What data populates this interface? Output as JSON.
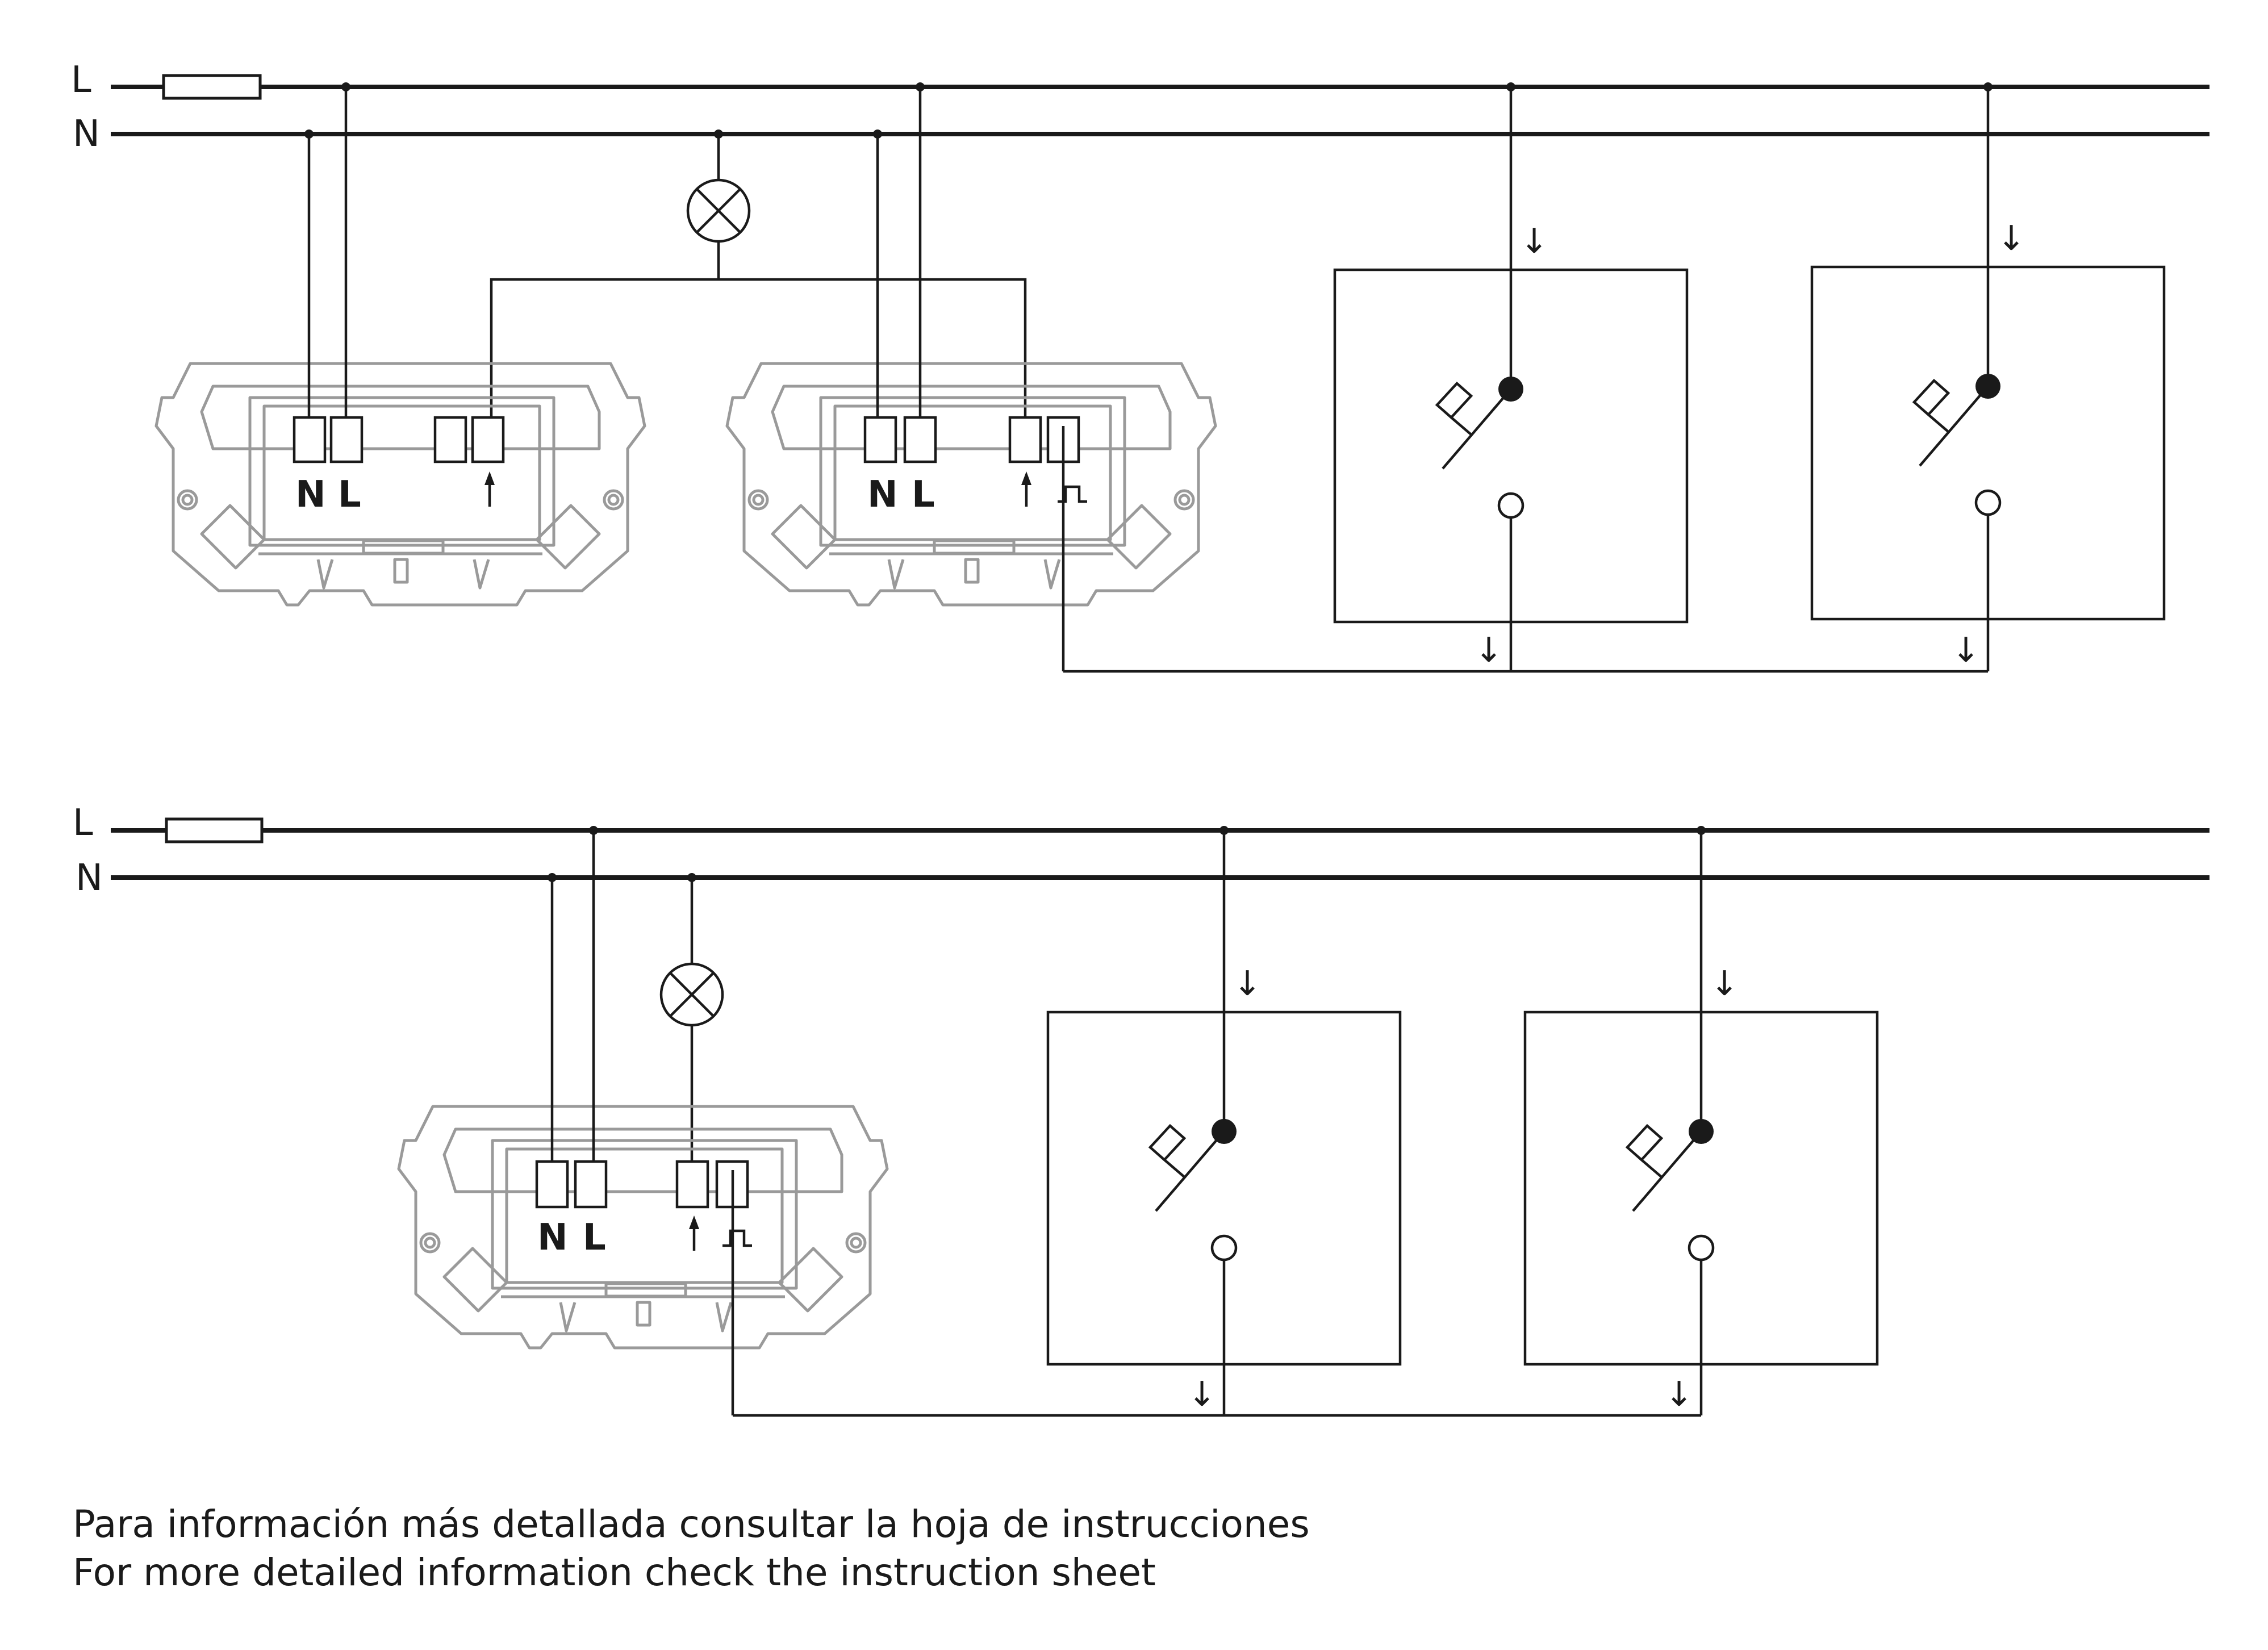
{
  "diagrams": [
    {
      "label_live": "L",
      "label_neutral": "N",
      "units": [
        {
          "terminal_labels": [
            "N",
            "L"
          ],
          "output_symbol": "↑",
          "has_pulse_terminal": false
        },
        {
          "terminal_labels": [
            "N",
            "L"
          ],
          "output_symbol": "↑",
          "has_pulse_terminal": true
        }
      ],
      "pushbuttons": 2
    },
    {
      "label_live": "L",
      "label_neutral": "N",
      "units": [
        {
          "terminal_labels": [
            "N",
            "L"
          ],
          "output_symbol": "↑",
          "has_pulse_terminal": true
        }
      ],
      "pushbuttons": 2
    }
  ],
  "footer": {
    "line_es": "Para información más detallada consultar la hoja de instrucciones",
    "line_en": "For more detailed information check the instruction sheet"
  }
}
